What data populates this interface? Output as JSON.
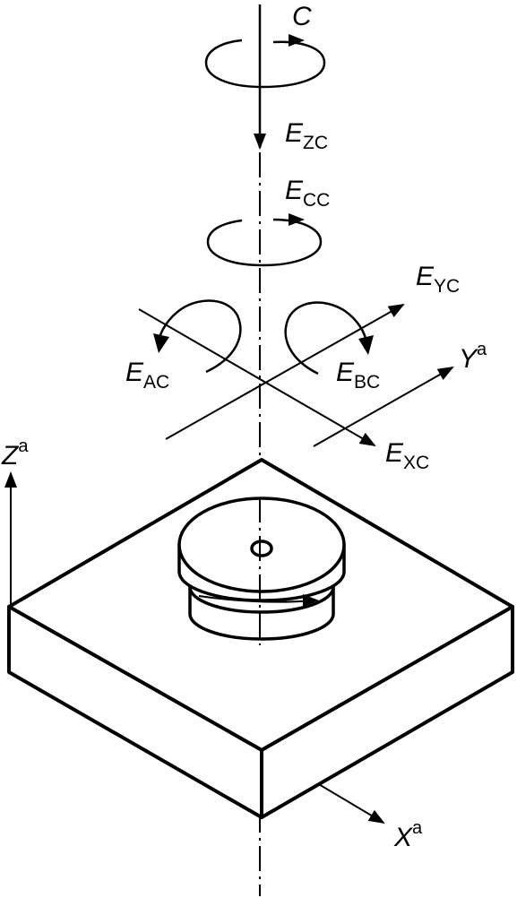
{
  "labels": {
    "c": "C",
    "ezc": {
      "main": "E",
      "sub": "ZC"
    },
    "ecc": {
      "main": "E",
      "sub": "CC"
    },
    "eyc": {
      "main": "E",
      "sub": "YC"
    },
    "eac": {
      "main": "E",
      "sub": "AC"
    },
    "ebc": {
      "main": "E",
      "sub": "BC"
    },
    "exc": {
      "main": "E",
      "sub": "XC"
    },
    "ya": {
      "main": "Y",
      "sup": "a"
    },
    "za": {
      "main": "Z",
      "sup": "a"
    },
    "xa": {
      "main": "X",
      "sup": "a"
    }
  },
  "colors": {
    "line": "#000000",
    "background": "#ffffff"
  }
}
